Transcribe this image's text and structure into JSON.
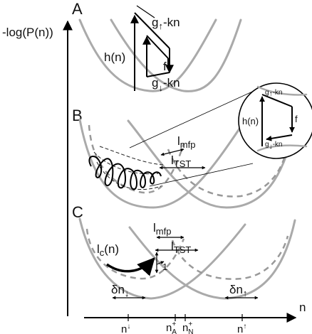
{
  "panels": {
    "a": "A",
    "b": "B",
    "c": "C"
  },
  "y_axis": {
    "label": "-log(P(n))"
  },
  "x_axis": {
    "label": "n",
    "ticks": {
      "n_down": {
        "base": "n",
        "sup": "↓"
      },
      "n_a": {
        "base": "n",
        "sup": "+",
        "sub": "A"
      },
      "n_n": {
        "base": "n",
        "sup": "+",
        "sub": "N"
      },
      "n_up": {
        "base": "n",
        "sup": "↑"
      }
    }
  },
  "panel_a": {
    "g_up": {
      "base": "g",
      "arrow": "↑",
      "rest": "-kn"
    },
    "g_down": {
      "base": "g",
      "arrow": "↓",
      "rest": "-kn"
    },
    "h": "h(n)",
    "f": "f"
  },
  "inset": {
    "g_up": {
      "base": "g",
      "arrow": "↑",
      "rest": "-kn"
    },
    "g_down": {
      "base": "g",
      "arrow": "↓",
      "rest": "-kn"
    },
    "h": "h(n)",
    "f": "f"
  },
  "panel_b": {
    "l_mfp": {
      "base": "l",
      "sub": "mfp"
    },
    "l_tst": {
      "base": "l",
      "sub": "TST"
    }
  },
  "panel_c": {
    "l_mfp": {
      "base": "l",
      "sub": "mfp"
    },
    "l_tst": {
      "base": "l",
      "sub": "TST"
    },
    "l_c": {
      "base": "l",
      "sub": "c",
      "rest": "(n)"
    },
    "one": "1",
    "delta_down": {
      "base": "δn",
      "arrow": "↓"
    },
    "delta_up": {
      "base": "δn",
      "arrow": "↑"
    }
  },
  "colors": {
    "curve": "#aaaaaa",
    "dashed_curve": "#999999",
    "ink": "#000000"
  }
}
